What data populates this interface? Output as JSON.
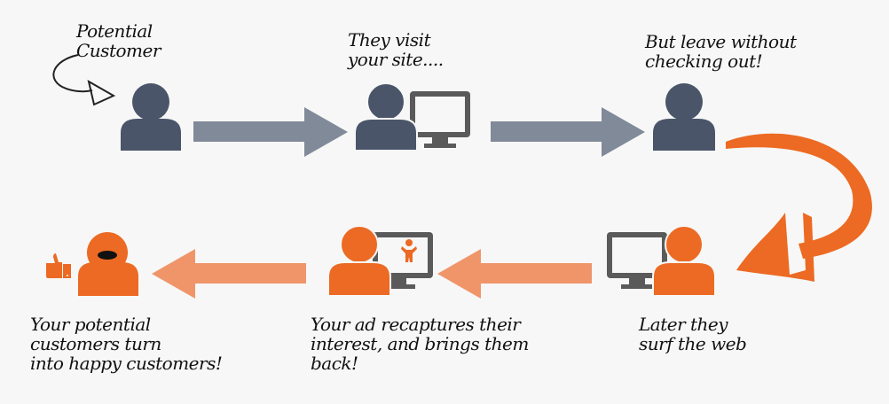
{
  "colors": {
    "background": "#f7f7f7",
    "person_dark": "#4a5569",
    "person_orange": "#ec6a23",
    "arrow_gray": "#808a99",
    "arrow_orange": "#f0956a",
    "monitor": "#5a5a5a",
    "swoosh": "#ec6a23"
  },
  "steps": [
    {
      "label": "Potential\nCustomer",
      "icon": "person-icon"
    },
    {
      "label": "They visit\nyour site....",
      "icon": "person-with-monitor-icon"
    },
    {
      "label": "But leave without\nchecking out!",
      "icon": "person-icon"
    },
    {
      "label": "Later they\nsurf the web",
      "icon": "monitor-with-person-icon"
    },
    {
      "label": "Your ad recaptures their\ninterest, and brings them\nback!",
      "icon": "person-with-ad-monitor-icon"
    },
    {
      "label": "Your potential\ncustomers turn\ninto happy customers!",
      "icon": "happy-person-thumbs-up-icon"
    }
  ]
}
